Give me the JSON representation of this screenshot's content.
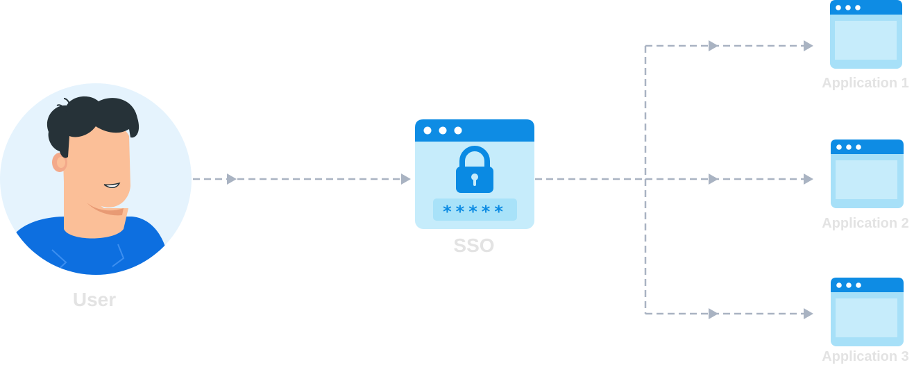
{
  "nodes": {
    "user": {
      "label": "User"
    },
    "sso": {
      "label": "SSO",
      "password_mask": "*****"
    },
    "applications": [
      {
        "label": "Application 1"
      },
      {
        "label": "Application 2"
      },
      {
        "label": "Application 3"
      }
    ]
  },
  "colors": {
    "connector": "#a9b3c2",
    "label": "#e3e3e3",
    "window_header": "#0e8ce4",
    "window_body": "#c6ecfb",
    "window_border": "#a7e0f8",
    "window_inner": "#a9dff7",
    "lock": "#0a8ae3",
    "avatar_bg": "#e5f3fd",
    "shirt": "#0d6fe0",
    "skin": "#fbbf98",
    "hair": "#263238"
  },
  "icons": {
    "user": "user-avatar-icon",
    "sso": "padlock-window-icon",
    "application": "browser-window-icon"
  }
}
